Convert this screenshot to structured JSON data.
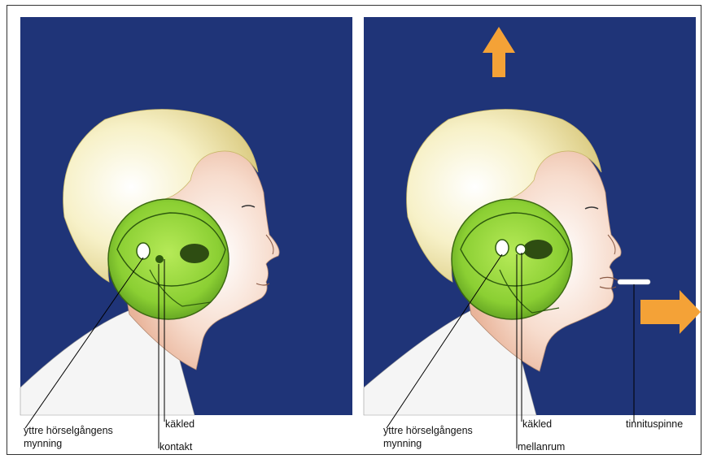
{
  "panels": [
    {
      "name": "closed-jaw",
      "labels": {
        "ear_canal_line1": "yttre hörselgångens",
        "ear_canal_line2": "mynning",
        "jaw_joint": "käkled",
        "contact": "kontakt"
      }
    },
    {
      "name": "open-jaw-with-pin",
      "labels": {
        "ear_canal_line1": "yttre hörselgångens",
        "ear_canal_line2": "mynning",
        "jaw_joint": "käkled",
        "gap": "mellanrum",
        "pin": "tinnituspinne"
      }
    }
  ],
  "colors": {
    "background": "#1f3478",
    "hair": "#efe6a8",
    "skin": "#f3ccb8",
    "skull_lens": "#8fd23a",
    "arrow": "#f4a237",
    "shirt": "#f6f6f6"
  },
  "icons": [
    "arrow-up-icon",
    "arrow-right-icon"
  ]
}
